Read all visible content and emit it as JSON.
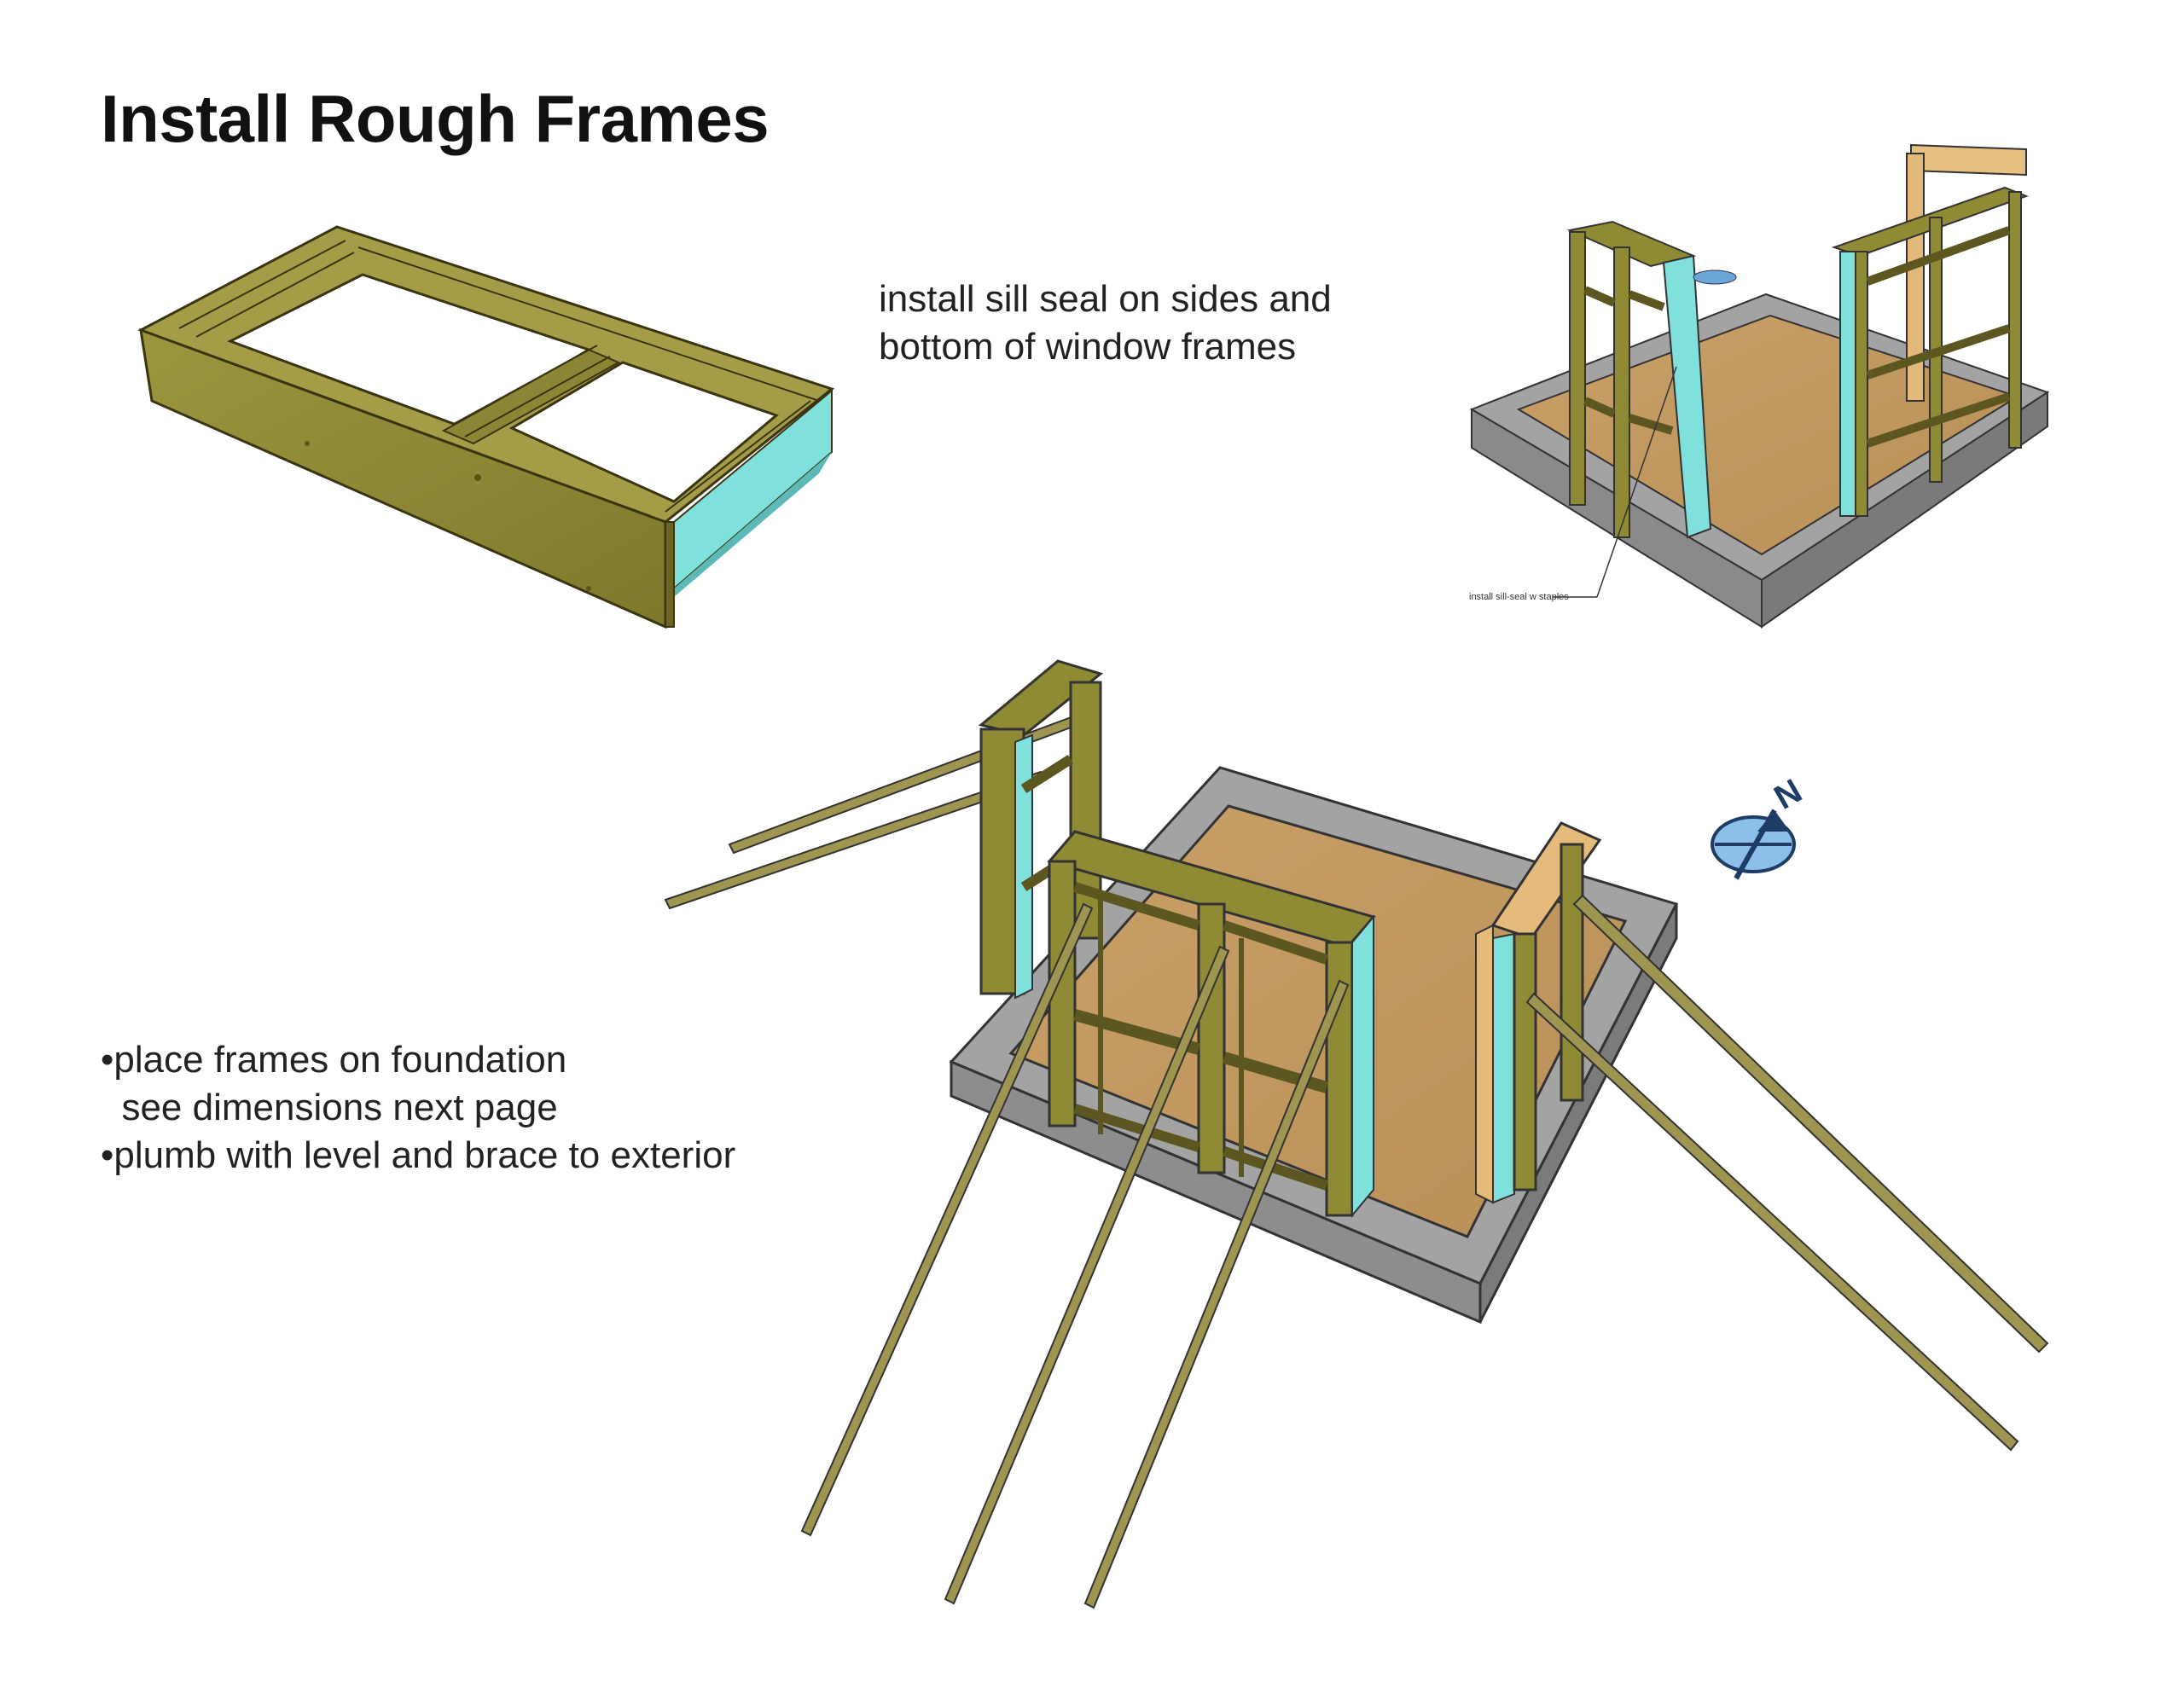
{
  "page": {
    "title": "Install Rough Frames"
  },
  "notes": {
    "sill_seal": [
      "install sill seal on sides and",
      "bottom of window frames"
    ],
    "placement": [
      "•place frames on foundation",
      "  see dimensions next page",
      "•plumb with level and brace to exterior"
    ]
  },
  "callouts": {
    "sill_seal_staples": "install  sill-seal w staples"
  },
  "compass": {
    "label": "N"
  },
  "colors": {
    "lumber": "#8f8a34",
    "lumber_dark": "#6b6524",
    "plywood": "#c9a06a",
    "sill_seal": "#7fe0dc",
    "foundation": "#9a9a9a",
    "floor": "#c59b63",
    "compass": "#4a8fd0"
  }
}
